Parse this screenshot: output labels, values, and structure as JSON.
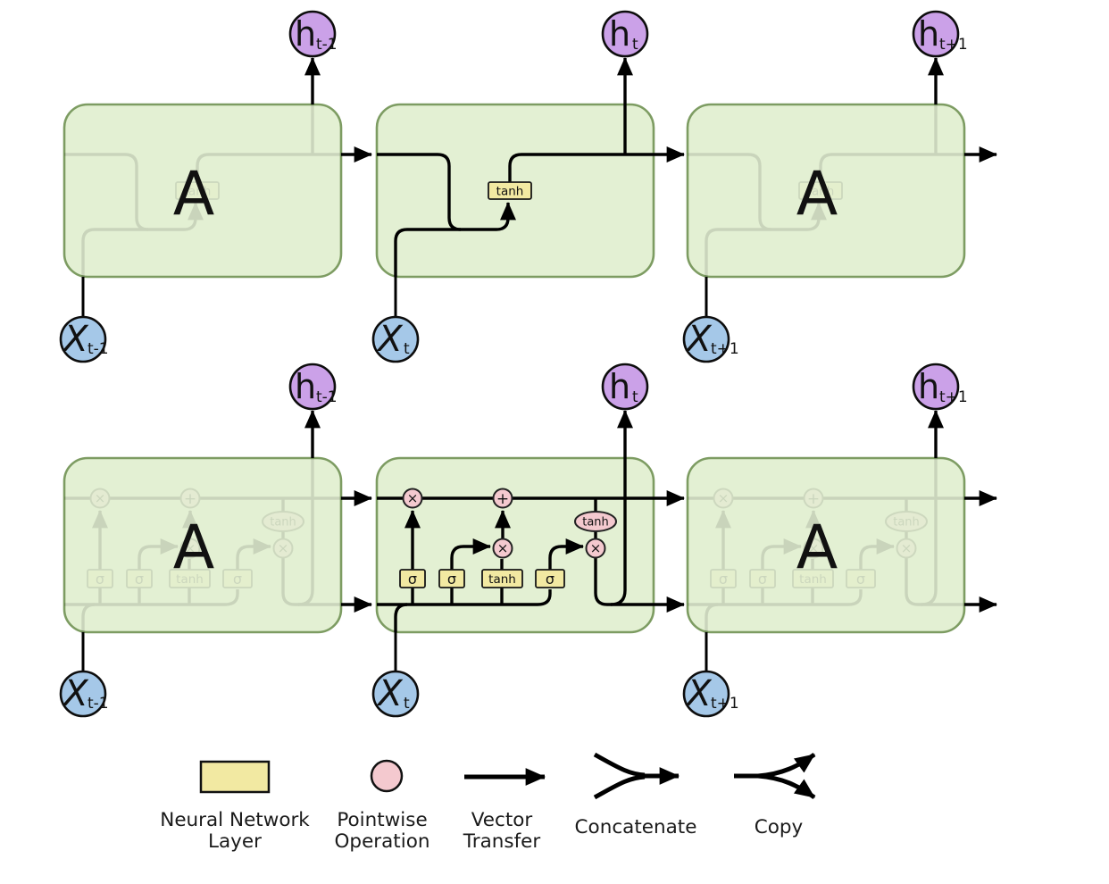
{
  "colors": {
    "green_fill": "#e3f0d3",
    "green_border": "#7d9c62",
    "gate_fill": "#f2e9a2",
    "op_fill": "#f4c9cf",
    "hidden_fill": "#cba1e8",
    "input_fill": "#a5c8e8",
    "wire": "#000000"
  },
  "cell_label": "A",
  "rnn": {
    "tanh_label": "tanh",
    "hidden_nodes": [
      {
        "base": "h",
        "sub": "t-1"
      },
      {
        "base": "h",
        "sub": "t"
      },
      {
        "base": "h",
        "sub": "t+1"
      }
    ],
    "input_nodes": [
      {
        "base": "X",
        "sub": "t-1"
      },
      {
        "base": "X",
        "sub": "t"
      },
      {
        "base": "X",
        "sub": "t+1"
      }
    ]
  },
  "lstm": {
    "gate_labels": [
      "σ",
      "σ",
      "tanh",
      "σ"
    ],
    "op_multiply": "×",
    "op_add": "+",
    "op_tanh": "tanh",
    "hidden_nodes": [
      {
        "base": "h",
        "sub": "t-1"
      },
      {
        "base": "h",
        "sub": "t"
      },
      {
        "base": "h",
        "sub": "t+1"
      }
    ],
    "input_nodes": [
      {
        "base": "X",
        "sub": "t-1"
      },
      {
        "base": "X",
        "sub": "t"
      },
      {
        "base": "X",
        "sub": "t+1"
      }
    ]
  },
  "legend": {
    "items": [
      {
        "label_line1": "Neural Network",
        "label_line2": "Layer"
      },
      {
        "label_line1": "Pointwise",
        "label_line2": "Operation"
      },
      {
        "label_line1": "Vector",
        "label_line2": "Transfer"
      },
      {
        "label_line1": "Concatenate",
        "label_line2": ""
      },
      {
        "label_line1": "Copy",
        "label_line2": ""
      }
    ]
  }
}
